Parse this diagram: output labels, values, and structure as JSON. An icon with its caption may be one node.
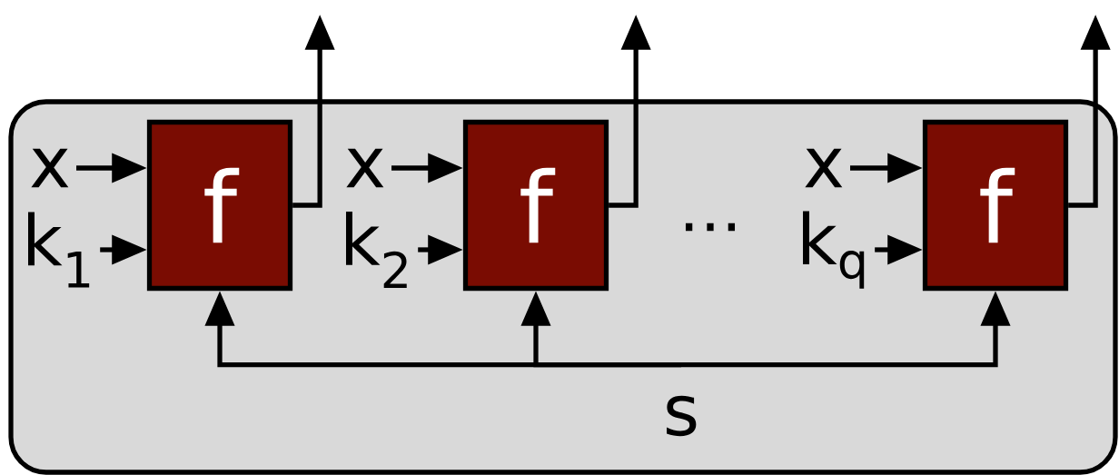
{
  "diagram": {
    "nodes": [
      {
        "text": [],
        "shape": "box"
      },
      {
        "text": [
          "f"
        ],
        "in": 0
      },
      {
        "text": [
          "f"
        ],
        "in": 0
      },
      {
        "text": [
          "f"
        ],
        "in": 0
      },
      {
        "text": [
          "x"
        ],
        "in": 0
      },
      {
        "text": [
          "k$_{1}$"
        ],
        "in": 0
      },
      {
        "text": [
          "x"
        ],
        "in": 0
      },
      {
        "text": [
          "k$_{2}$"
        ],
        "in": 0
      },
      {
        "text": [
          "x"
        ],
        "in": 0
      },
      {
        "text": [
          "k$_{q}$"
        ],
        "in": 0
      },
      {
        "text": [
          "s"
        ],
        "in": 0
      }
    ],
    "edges": [
      {
        "from": 4,
        "to": 1,
        "arrow": "to"
      },
      {
        "from": 5,
        "to": 1,
        "arrow": "to"
      },
      {
        "from": 6,
        "to": 2,
        "arrow": "to"
      },
      {
        "from": 7,
        "to": 2,
        "arrow": "to"
      },
      {
        "from": 8,
        "to": 3,
        "arrow": "to"
      },
      {
        "from": 9,
        "to": 3,
        "arrow": "to"
      },
      {
        "from": 1,
        "to": null,
        "arrow": "to"
      },
      {
        "from": 2,
        "to": null,
        "arrow": "to"
      },
      {
        "from": 3,
        "to": null,
        "arrow": "to"
      },
      {
        "from": 10,
        "to": 1,
        "arrow": "to"
      },
      {
        "from": 10,
        "to": 2,
        "arrow": "to"
      },
      {
        "from": 10,
        "to": 3,
        "arrow": "to"
      }
    ],
    "labels": [
      "…"
    ]
  }
}
